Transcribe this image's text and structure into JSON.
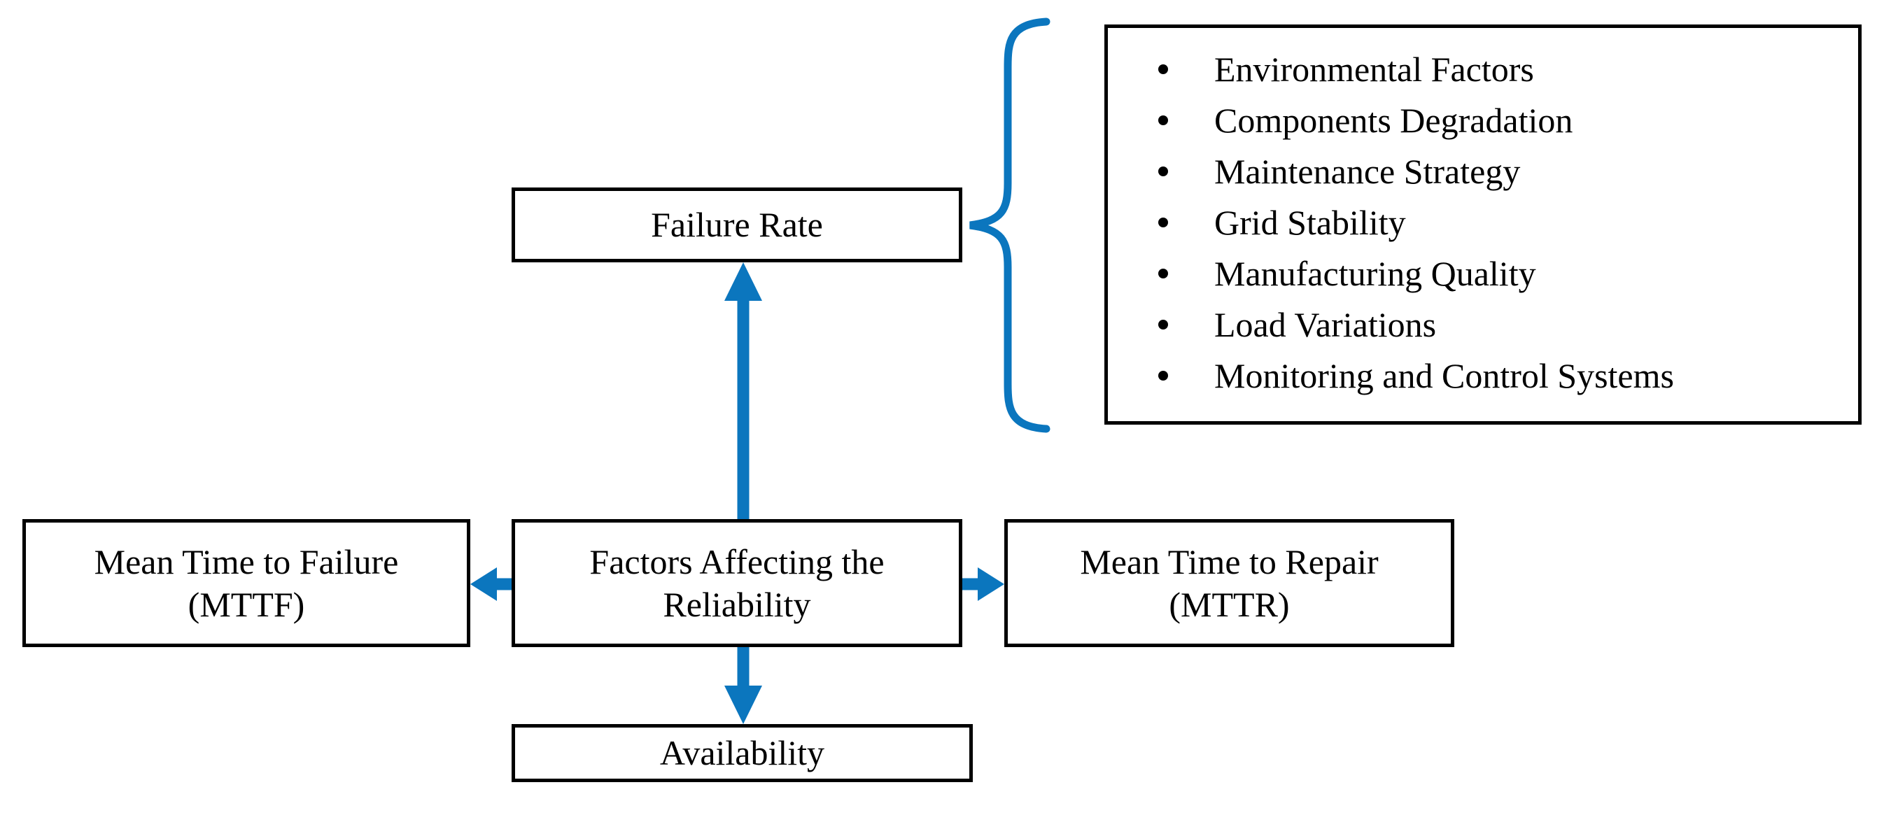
{
  "diagram": {
    "title": "Factors Affecting the Reliability",
    "accent_color": "#0B76BE",
    "line_color": "#000000",
    "background_color": "#FFFFFF"
  },
  "nodes": {
    "failure_rate": {
      "label": "Failure Rate"
    },
    "center": {
      "line1": "Factors Affecting the",
      "line2": "Reliability"
    },
    "mttf": {
      "line1": "Mean Time to Failure",
      "line2": "(MTTF)"
    },
    "mttr": {
      "line1": "Mean Time to Repair",
      "line2": "(MTTR)"
    },
    "availability": {
      "label": "Availability"
    }
  },
  "factor_list": {
    "items": [
      "Environmental Factors",
      "Components Degradation",
      "Maintenance Strategy",
      "Grid Stability",
      "Manufacturing Quality",
      "Load Variations",
      "Monitoring and Control Systems"
    ]
  },
  "connectors": [
    {
      "name": "center-to-failure-rate",
      "from": "center",
      "to": "failure_rate",
      "direction": "up",
      "style": "solid-arrow"
    },
    {
      "name": "center-to-mttf",
      "from": "center",
      "to": "mttf",
      "direction": "left",
      "style": "solid-arrow"
    },
    {
      "name": "center-to-mttr",
      "from": "center",
      "to": "mttr",
      "direction": "right",
      "style": "solid-arrow"
    },
    {
      "name": "center-to-availability",
      "from": "center",
      "to": "availability",
      "direction": "down",
      "style": "solid-arrow"
    },
    {
      "name": "factor-list-to-failure-rate",
      "from": "factor_list",
      "to": "failure_rate",
      "direction": "left",
      "style": "curly-brace"
    }
  ]
}
